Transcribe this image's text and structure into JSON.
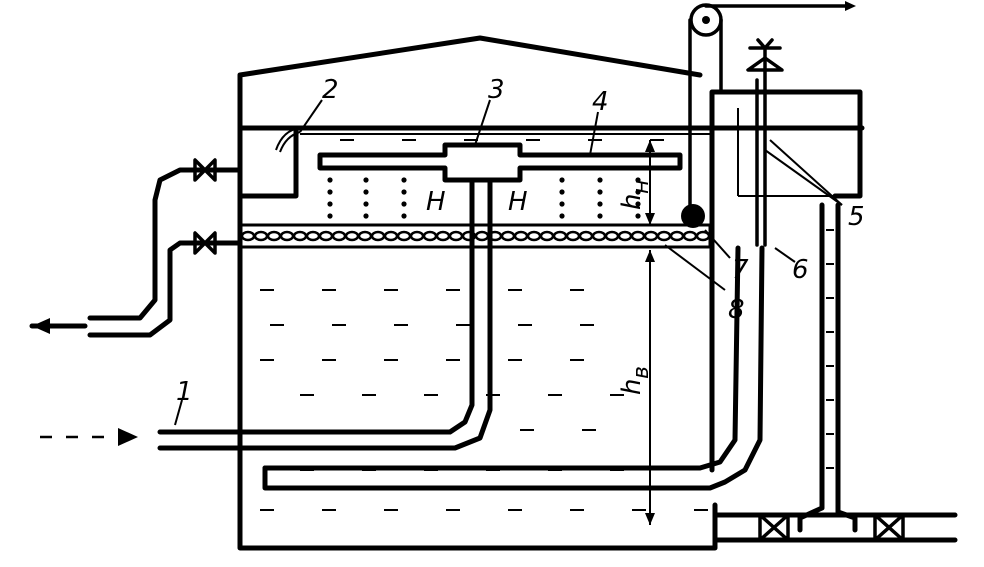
{
  "labels": {
    "l1": "1",
    "l2": "2",
    "l3": "3",
    "l4": "4",
    "l5": "5",
    "l6": "6",
    "l7": "7",
    "l8": "8",
    "h1": "H",
    "h2": "H",
    "hn": "h",
    "hn_sub": "н",
    "hv": "h",
    "hv_sub": "в"
  }
}
